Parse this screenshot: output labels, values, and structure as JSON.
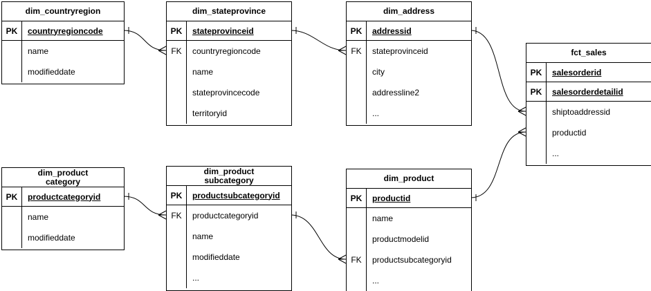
{
  "diagram": {
    "tables": [
      {
        "title": "dim_countryregion",
        "rows": [
          {
            "key": "PK",
            "field": "countryregioncode"
          },
          {
            "key": "",
            "field": "name"
          },
          {
            "key": "",
            "field": "modifieddate"
          }
        ]
      },
      {
        "title": "dim_stateprovince",
        "rows": [
          {
            "key": "PK",
            "field": "stateprovinceid"
          },
          {
            "key": "FK",
            "field": "countryregioncode"
          },
          {
            "key": "",
            "field": "name"
          },
          {
            "key": "",
            "field": "stateprovincecode"
          },
          {
            "key": "",
            "field": "territoryid"
          }
        ]
      },
      {
        "title": "dim_address",
        "rows": [
          {
            "key": "PK",
            "field": "addressid"
          },
          {
            "key": "FK",
            "field": "stateprovinceid"
          },
          {
            "key": "",
            "field": "city"
          },
          {
            "key": "",
            "field": "addressline2"
          },
          {
            "key": "",
            "field": "..."
          }
        ]
      },
      {
        "title": "fct_sales",
        "rows": [
          {
            "key": "PK",
            "field": "salesorderid"
          },
          {
            "key": "PK",
            "field": "salesorderdetailid"
          },
          {
            "key": "",
            "field": "shiptoaddressid"
          },
          {
            "key": "",
            "field": "productid"
          },
          {
            "key": "",
            "field": "..."
          }
        ]
      },
      {
        "title": "dim_product",
        "title2": "category",
        "rows": [
          {
            "key": "PK",
            "field": "productcategoryid"
          },
          {
            "key": "",
            "field": "name"
          },
          {
            "key": "",
            "field": "modifieddate"
          }
        ]
      },
      {
        "title": "dim_product",
        "title2": "subcategory",
        "rows": [
          {
            "key": "PK",
            "field": "productsubcategoryid"
          },
          {
            "key": "FK",
            "field": "productcategoryid"
          },
          {
            "key": "",
            "field": "name"
          },
          {
            "key": "",
            "field": "modifieddate"
          },
          {
            "key": "",
            "field": "..."
          }
        ]
      },
      {
        "title": "dim_product",
        "rows": [
          {
            "key": "PK",
            "field": "productid"
          },
          {
            "key": "",
            "field": "name"
          },
          {
            "key": "",
            "field": "productmodelid"
          },
          {
            "key": "FK",
            "field": "productsubcategoryid"
          },
          {
            "key": "",
            "field": "..."
          }
        ]
      }
    ],
    "relationships": [
      {
        "from": "dim_countryregion.countryregioncode",
        "to": "dim_stateprovince.countryregioncode",
        "cardinality": "one-to-many"
      },
      {
        "from": "dim_stateprovince.stateprovinceid",
        "to": "dim_address.stateprovinceid",
        "cardinality": "one-to-many"
      },
      {
        "from": "dim_address.addressid",
        "to": "fct_sales.shiptoaddressid",
        "cardinality": "one-to-many"
      },
      {
        "from": "dim_product.productid",
        "to": "fct_sales.productid",
        "cardinality": "one-to-many"
      },
      {
        "from": "dim_product category.productcategoryid",
        "to": "dim_product subcategory.productcategoryid",
        "cardinality": "one-to-many"
      },
      {
        "from": "dim_product subcategory.productsubcategoryid",
        "to": "dim_product.productsubcategoryid",
        "cardinality": "one-to-many"
      }
    ],
    "colors": {
      "line": "#000000",
      "text": "#000000",
      "background": "#ffffff"
    }
  }
}
